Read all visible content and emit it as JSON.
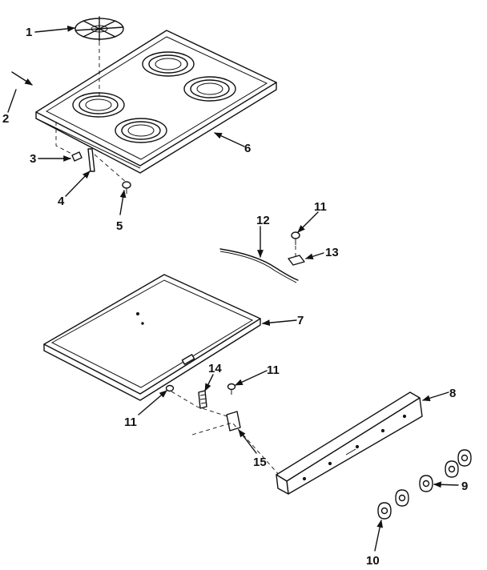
{
  "callouts": [
    {
      "id": "c1",
      "text": "1"
    },
    {
      "id": "c2",
      "text": "2"
    },
    {
      "id": "c3",
      "text": "3"
    },
    {
      "id": "c4",
      "text": "4"
    },
    {
      "id": "c5",
      "text": "5"
    },
    {
      "id": "c6",
      "text": "6"
    },
    {
      "id": "c7",
      "text": "7"
    },
    {
      "id": "c8",
      "text": "8"
    },
    {
      "id": "c9",
      "text": "9"
    },
    {
      "id": "c10",
      "text": "10"
    },
    {
      "id": "c11a",
      "text": "11"
    },
    {
      "id": "c11b",
      "text": "11"
    },
    {
      "id": "c11c",
      "text": "11"
    },
    {
      "id": "c12",
      "text": "12"
    },
    {
      "id": "c13",
      "text": "13"
    },
    {
      "id": "c14",
      "text": "14"
    },
    {
      "id": "c15",
      "text": "15"
    }
  ]
}
